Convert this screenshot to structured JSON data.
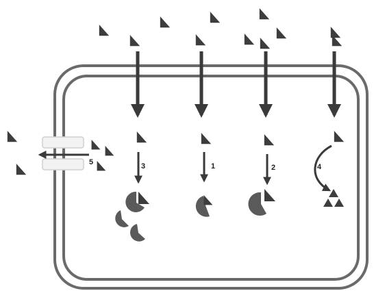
{
  "pathway_labels": {
    "p1": "1",
    "p2": "2",
    "p3": "3",
    "p4": "4",
    "p5": "5"
  },
  "colors": {
    "molecule": "#3d3d3d",
    "enzyme": "#5a5a5a",
    "arrow": "#3a3a3a",
    "membrane": "#6a6a6a",
    "channel": "#d8d8d8"
  }
}
